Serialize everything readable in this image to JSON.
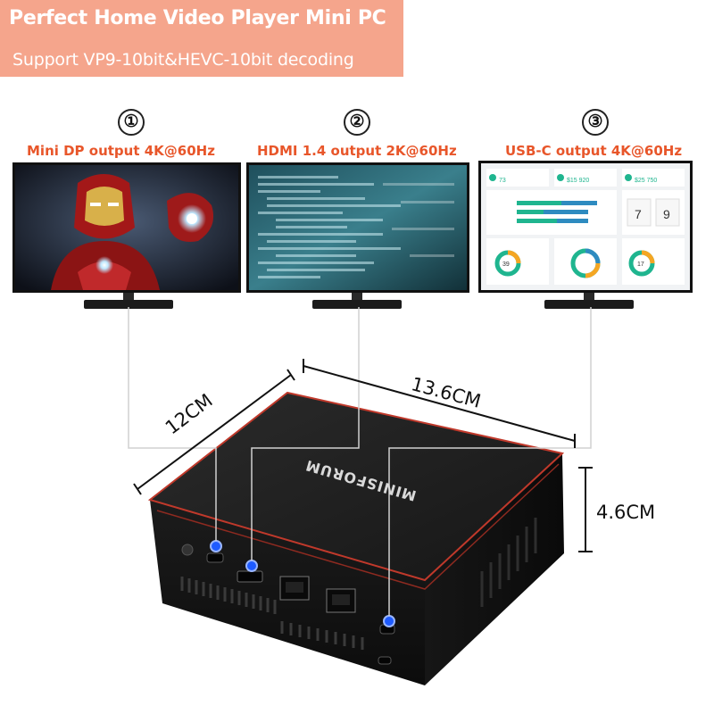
{
  "banner": {
    "title": "Perfect Home Video Player Mini PC",
    "subtitle": "Support VP9-10bit&HEVC-10bit decoding",
    "color": "#f5a58c"
  },
  "outputs": [
    {
      "number": "①",
      "label": "Mini DP output 4K@60Hz"
    },
    {
      "number": "②",
      "label": "HDMI 1.4 output 2K@60Hz"
    },
    {
      "number": "③",
      "label": "USB-C output 4K@60Hz"
    }
  ],
  "device": {
    "brand": "MINISFORUM",
    "dimensions": {
      "width": "13.6CM",
      "depth": "12CM",
      "height": "4.6CM"
    }
  },
  "dashboard": {
    "stats": [
      "73",
      "$15 920",
      "$25 750"
    ],
    "tiles": [
      "7",
      "9"
    ],
    "donuts": [
      "39",
      "17"
    ]
  },
  "colors": {
    "accent": "#e8562a",
    "device_trim": "#c0392b",
    "port_led": "#1e5bff"
  }
}
